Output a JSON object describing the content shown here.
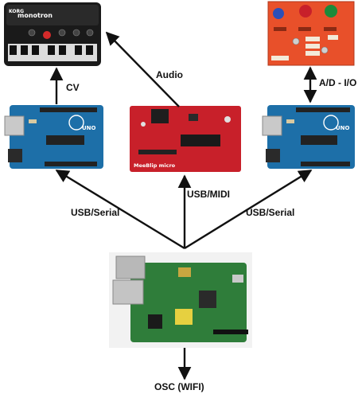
{
  "devices": {
    "synth": {
      "brand": "KORG",
      "model": "monotron"
    },
    "arduino_left": {
      "brand": "UNO"
    },
    "meeblip": {
      "brand": "MeeBlip micro"
    },
    "arduino_right": {
      "brand": "UNO"
    },
    "controller_box": {
      "brand": ""
    },
    "raspberry_pi": {
      "brand": ""
    }
  },
  "connections": {
    "cv": "CV",
    "audio": "Audio",
    "ad_io": "A/D - I/O",
    "usb_serial_left": "USB/Serial",
    "usb_midi": "USB/MIDI",
    "usb_serial_right": "USB/Serial",
    "osc_wifi": "OSC (WIFI)"
  },
  "colors": {
    "arduino_blue": "#1d6fa8",
    "meeblip_red": "#c8202a",
    "controller_orange": "#e8502a",
    "pi_green": "#2f7d3a",
    "synth_black": "#1a1a1a"
  }
}
